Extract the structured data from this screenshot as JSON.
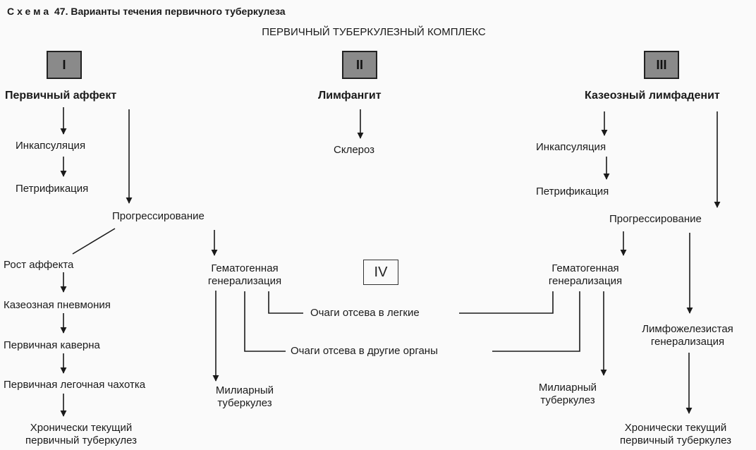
{
  "header": {
    "scheme_word": "Схема",
    "scheme_title": "47. Варианты течения первичного туберкулеза",
    "subtitle": "ПЕРВИЧНЫЙ ТУБЕРКУЛЕЗНЫЙ КОМПЛЕКС"
  },
  "columns": {
    "I": {
      "numeral": "I",
      "heading": "Первичный аффект",
      "encapsulation": "Инкапсуляция",
      "petrification": "Петрификация",
      "progression": "Прогрессирование",
      "affect_growth": "Рост аффекта",
      "caseous_pneumonia": "Казеозная пневмония",
      "primary_cavity": "Первичная каверна",
      "primary_phthisis": "Первичная легочная чахотка",
      "chronic": [
        "Хронически текущий",
        "первичный туберкулез"
      ],
      "hematogenous": [
        "Гематогенная",
        "генерализация"
      ],
      "miliary": [
        "Милиарный",
        "туберкулез"
      ]
    },
    "II": {
      "numeral": "II",
      "heading": "Лимфангит",
      "sclerosis": "Склероз"
    },
    "III": {
      "numeral": "III",
      "heading": "Казеозный лимфаденит",
      "encapsulation": "Инкапсуляция",
      "petrification": "Петрификация",
      "progression": "Прогрессирование",
      "hematogenous": [
        "Гематогенная",
        "генерализация"
      ],
      "lymphoglandular": [
        "Лимфожелезистая",
        "генерализация"
      ],
      "miliary": [
        "Милиарный",
        "туберкулез"
      ],
      "chronic": [
        "Хронически текущий",
        "первичный туберкулез"
      ]
    },
    "IV": {
      "numeral": "IV",
      "lung_foci": "Очаги отсева в легкие",
      "organ_foci": "Очаги отсева в другие органы"
    }
  }
}
